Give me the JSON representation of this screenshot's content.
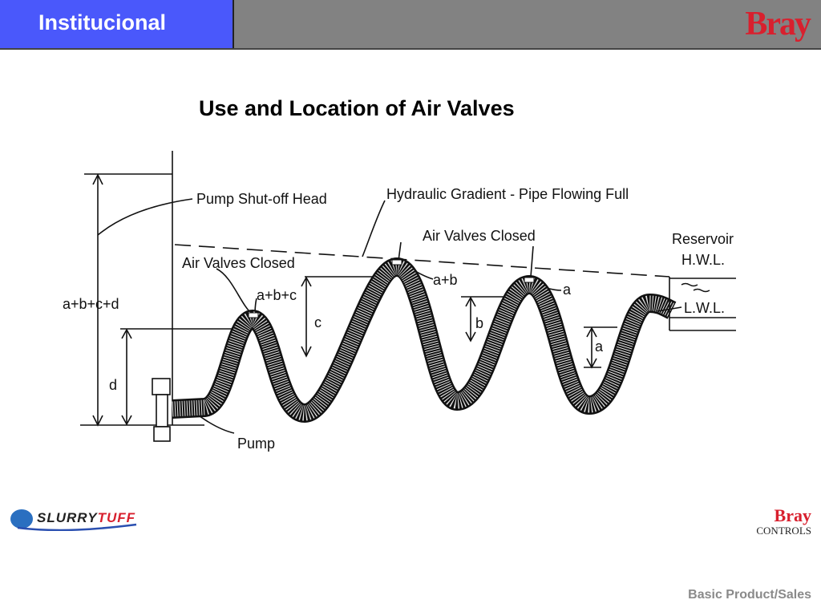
{
  "header": {
    "section": "Institucional",
    "logo": "Bray"
  },
  "slide": {
    "title": "Use and Location of Air Valves"
  },
  "diagram": {
    "pump_shutoff_head": "Pump Shut-off Head",
    "hydraulic_gradient": "Hydraulic Gradient - Pipe Flowing Full",
    "air_valves_closed_1": "Air Valves Closed",
    "air_valves_closed_2": "Air Valves Closed",
    "reservoir": "Reservoir",
    "hwl": "H.W.L.",
    "lwl": "L.W.L.",
    "total": "a+b+c+d",
    "abc": "a+b+c",
    "ab": "a+b",
    "a_top": "a",
    "a": "a",
    "b": "b",
    "c": "c",
    "d": "d",
    "pump": "Pump"
  },
  "footer": {
    "left_logo_a": "SLURRY",
    "left_logo_b": "TUFF",
    "right_logo": "Bray",
    "right_logo_sub": "CONTROLS",
    "text": "Basic Product/Sales"
  },
  "colors": {
    "header_blue": "#4a58fb",
    "header_gray": "#828282",
    "brand_red": "#d8202e"
  }
}
